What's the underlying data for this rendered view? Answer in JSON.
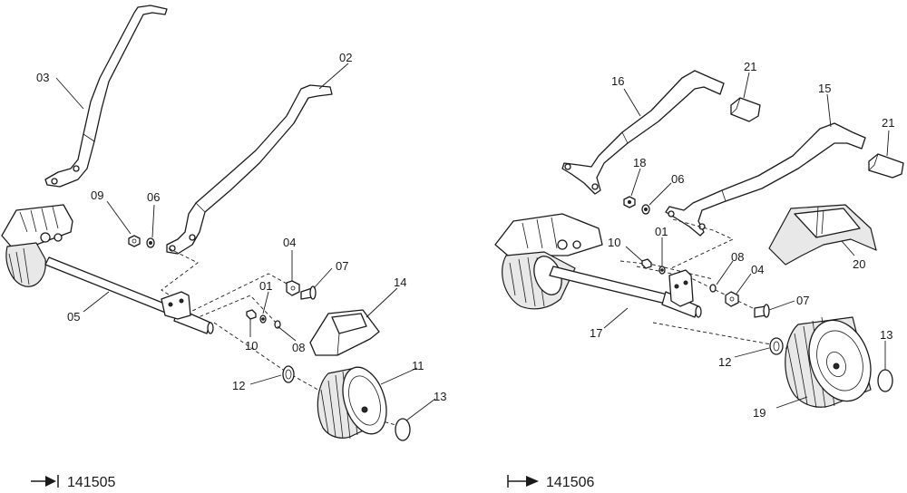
{
  "left_assembly": {
    "code": "141505",
    "labels": [
      "03",
      "02",
      "09",
      "06",
      "04",
      "07",
      "01",
      "14",
      "05",
      "10",
      "08",
      "12",
      "11",
      "13"
    ]
  },
  "right_assembly": {
    "code": "141506",
    "labels": [
      "16",
      "21",
      "15",
      "21",
      "18",
      "06",
      "10",
      "01",
      "08",
      "04",
      "07",
      "20",
      "17",
      "12",
      "13",
      "19"
    ]
  }
}
